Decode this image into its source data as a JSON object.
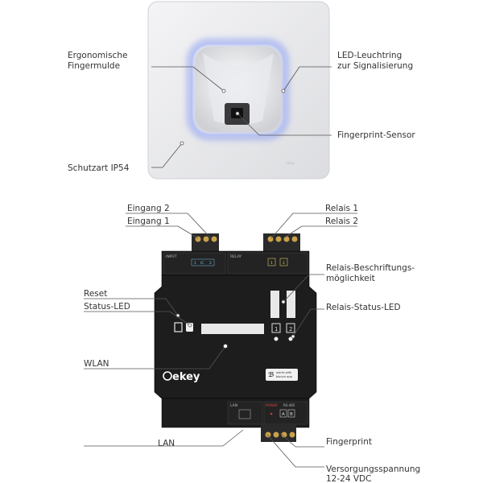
{
  "sensor": {
    "labels": {
      "ergonomic": [
        "Ergonomische",
        "Fingermulde"
      ],
      "led": [
        "LED-Leuchtring",
        "zur Signalisierung"
      ],
      "fingerprint_sensor": "Fingerprint-Sensor",
      "protection": "Schutzart IP54"
    }
  },
  "controller": {
    "labels": {
      "input2": "Eingang 2",
      "input1": "Eingang 1",
      "relay1": "Relais 1",
      "relay2": "Relais 2",
      "relay_label": [
        "Relais-Beschriftungs-",
        "möglichkeit"
      ],
      "reset": "Reset",
      "status_led": "Status-LED",
      "relay_status_led": "Relais-Status-LED",
      "wlan": "WLAN",
      "lan": "LAN",
      "fingerprint": "Fingerprint",
      "power": [
        "Versorgungsspannung",
        "12-24 VDC"
      ]
    },
    "panel": {
      "input_title": "INPUT",
      "relay_title": "RELAY",
      "input_numbers": [
        "1",
        "IC",
        "2"
      ],
      "relay_numbers": [
        "1",
        "2"
      ],
      "brand": "ekey",
      "lan_port": "LAN",
      "power_title": "POWER",
      "rs485_title": "RS-485",
      "rs485_terminals": [
        "A",
        "B"
      ],
      "app_badge": [
        "works with",
        "bionyx app"
      ]
    }
  },
  "colors": {
    "led_ring": "#8fa2f0",
    "device_body": "#1d1d1d",
    "terminal": "#2a2a2a",
    "screw_gold": "#c9a14a"
  }
}
